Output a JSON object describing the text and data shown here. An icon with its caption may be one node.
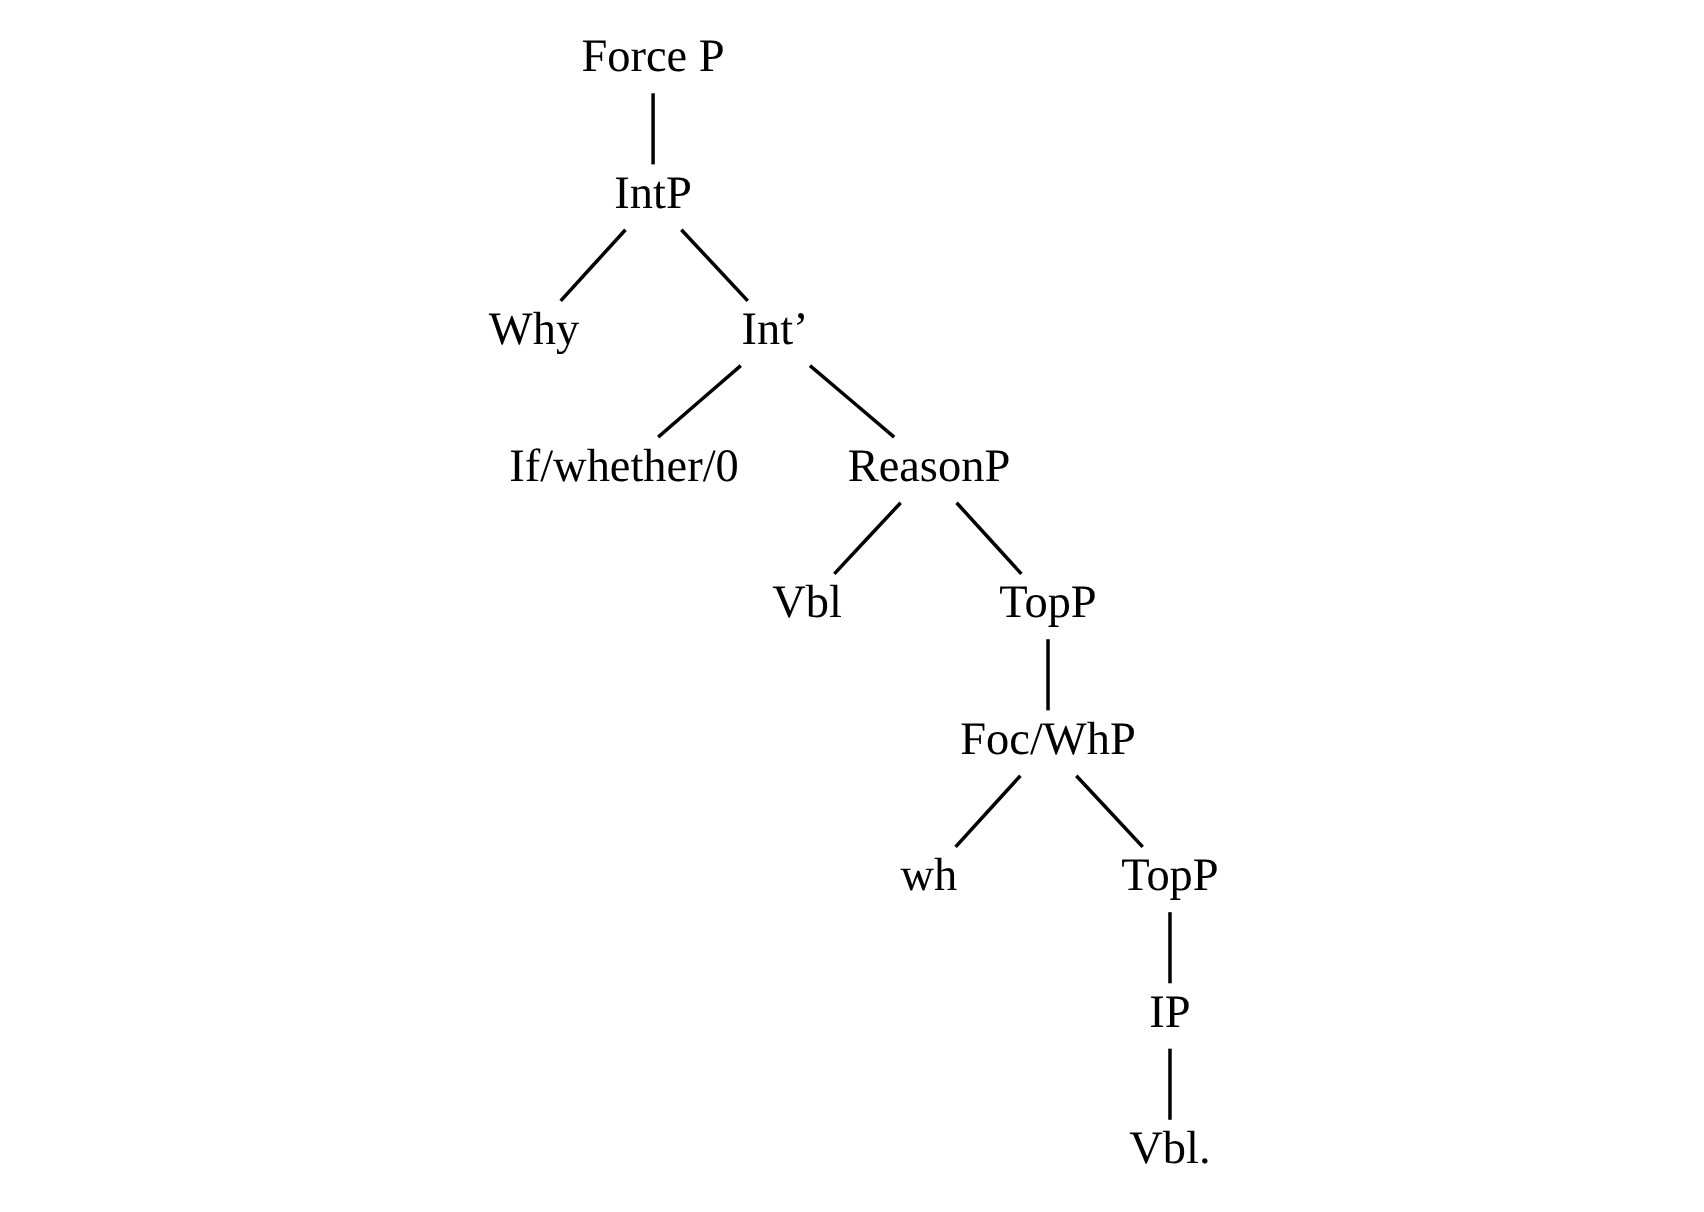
{
  "diagram": {
    "nodes": [
      {
        "text": [
          "Force P"
        ]
      },
      {
        "text": [
          "IntP"
        ]
      },
      {
        "text": [
          "Why"
        ]
      },
      {
        "text": [
          "Int’"
        ]
      },
      {
        "text": [
          "If/whether/0"
        ]
      },
      {
        "text": [
          "ReasonP"
        ]
      },
      {
        "text": [
          "Vbl"
        ]
      },
      {
        "text": [
          "TopP"
        ]
      },
      {
        "text": [
          "Foc/WhP"
        ]
      },
      {
        "text": [
          "wh"
        ]
      },
      {
        "text": [
          "TopP"
        ]
      },
      {
        "text": [
          "IP"
        ]
      },
      {
        "text": [
          "Vbl."
        ]
      }
    ],
    "edges": [
      {
        "from": 0,
        "to": 1,
        "arrow": "none"
      },
      {
        "from": 1,
        "to": 2,
        "arrow": "none"
      },
      {
        "from": 1,
        "to": 3,
        "arrow": "none"
      },
      {
        "from": 3,
        "to": 4,
        "arrow": "none"
      },
      {
        "from": 3,
        "to": 5,
        "arrow": "none"
      },
      {
        "from": 5,
        "to": 6,
        "arrow": "none"
      },
      {
        "from": 5,
        "to": 7,
        "arrow": "none"
      },
      {
        "from": 7,
        "to": 8,
        "arrow": "none"
      },
      {
        "from": 8,
        "to": 9,
        "arrow": "none"
      },
      {
        "from": 8,
        "to": 10,
        "arrow": "none"
      },
      {
        "from": 10,
        "to": 11,
        "arrow": "none"
      },
      {
        "from": 11,
        "to": 12,
        "arrow": "none"
      }
    ]
  }
}
